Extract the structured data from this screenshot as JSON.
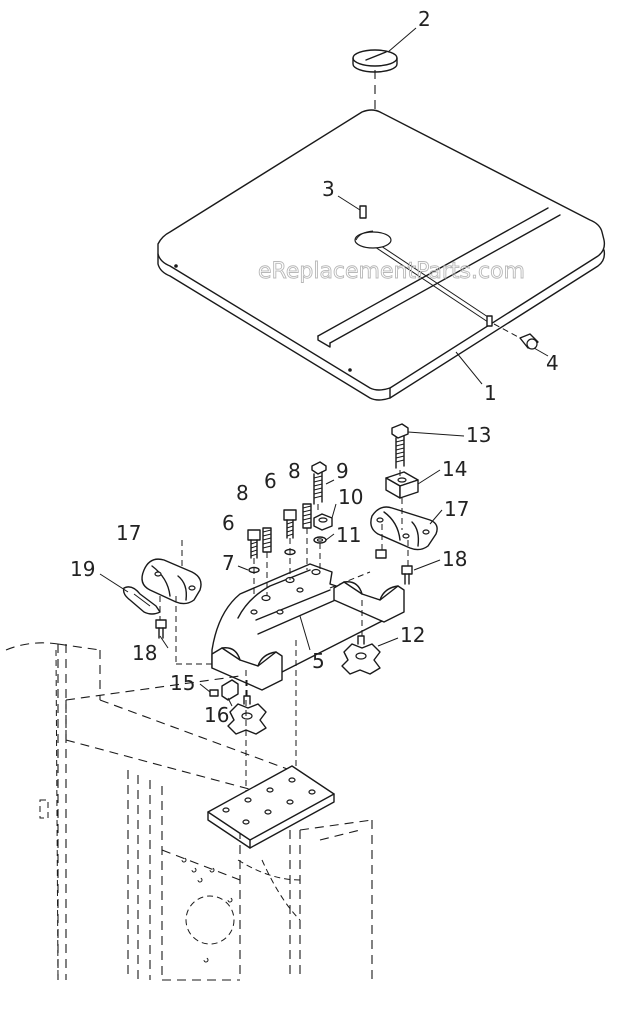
{
  "watermark": "eReplacementParts.com",
  "callouts": [
    {
      "id": "c1",
      "label": "1"
    },
    {
      "id": "c2",
      "label": "2"
    },
    {
      "id": "c3",
      "label": "3"
    },
    {
      "id": "c4",
      "label": "4"
    },
    {
      "id": "c5",
      "label": "5"
    },
    {
      "id": "c6a",
      "label": "6"
    },
    {
      "id": "c6b",
      "label": "6"
    },
    {
      "id": "c7",
      "label": "7"
    },
    {
      "id": "c8a",
      "label": "8"
    },
    {
      "id": "c8b",
      "label": "8"
    },
    {
      "id": "c9",
      "label": "9"
    },
    {
      "id": "c10",
      "label": "10"
    },
    {
      "id": "c11",
      "label": "11"
    },
    {
      "id": "c12",
      "label": "12"
    },
    {
      "id": "c13",
      "label": "13"
    },
    {
      "id": "c14",
      "label": "14"
    },
    {
      "id": "c15",
      "label": "15"
    },
    {
      "id": "c16",
      "label": "16"
    },
    {
      "id": "c17a",
      "label": "17"
    },
    {
      "id": "c17b",
      "label": "17"
    },
    {
      "id": "c18a",
      "label": "18"
    },
    {
      "id": "c18b",
      "label": "18"
    },
    {
      "id": "c19",
      "label": "19"
    }
  ]
}
